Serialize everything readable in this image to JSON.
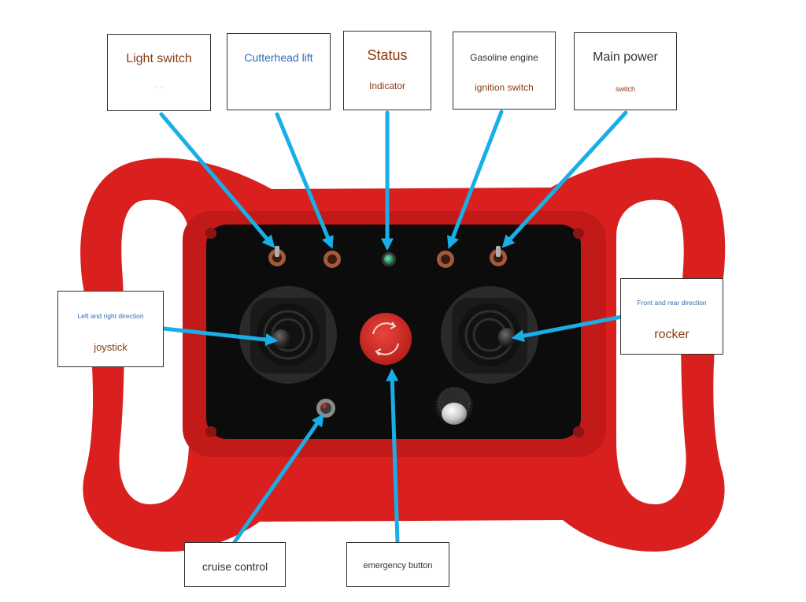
{
  "colors": {
    "handle_red": "#d9201e",
    "panel_black": "#0c0c0c",
    "arrow_blue": "#19aee6",
    "label_brown": "#8a3b12",
    "label_blue": "#2e6db4",
    "estop_red": "#d22a24"
  },
  "labels": {
    "light_switch": {
      "line1": "Light switch",
      "line2": "- -"
    },
    "cutterhead_lift": {
      "line1": "Cutterhead lift"
    },
    "status_indicator": {
      "line1": "Status",
      "line2": "Indicator"
    },
    "gasoline_engine": {
      "line1": "Gasoline engine",
      "line2": "ignition switch"
    },
    "main_power": {
      "line1": "Main power",
      "line2": "switch"
    },
    "left_joystick": {
      "line1": "Left and right direction",
      "line2": "joystick"
    },
    "rocker": {
      "line1": "Front and rear direction",
      "line2": "rocker"
    },
    "cruise_control": {
      "line1": "cruise control"
    },
    "emergency_button": {
      "line1": "emergency button"
    }
  },
  "icons": {
    "estop": "rotate-arrows-icon",
    "toggle": "toggle-switch-icon",
    "led": "status-led-icon",
    "knob": "rotary-knob-icon"
  }
}
